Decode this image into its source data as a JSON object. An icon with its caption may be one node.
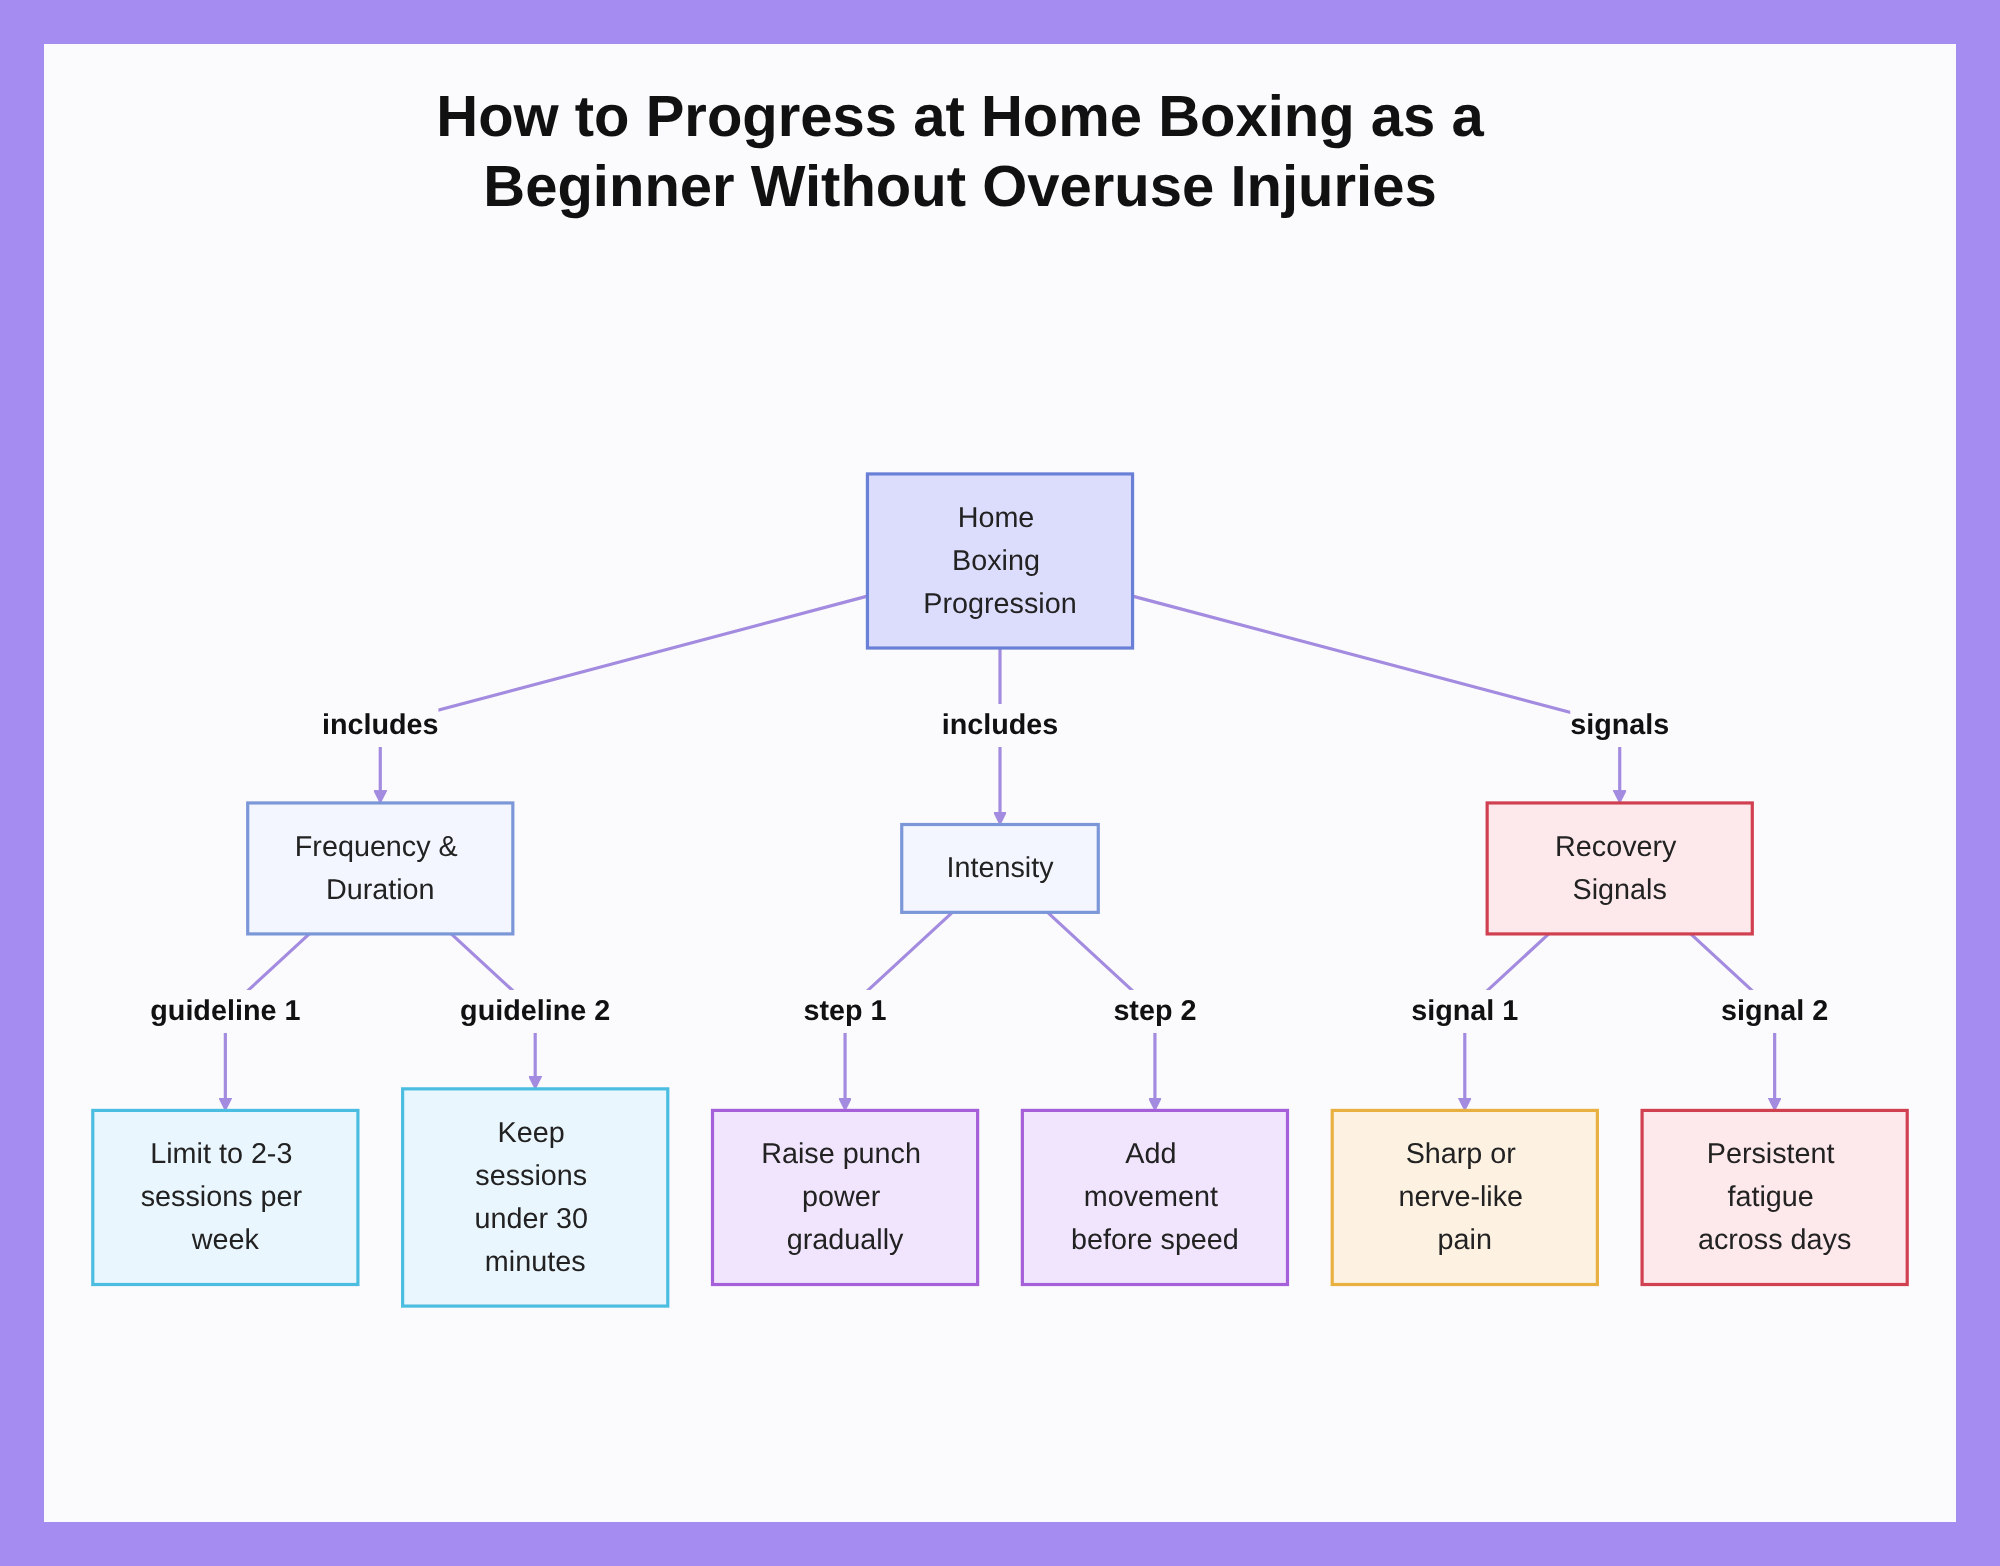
{
  "diagram": {
    "title": "How to Progress at Home Boxing as a Beginner Without Overuse Injuries",
    "nodes": [
      {
        "text": [
          "Home Boxing Progression"
        ]
      },
      {
        "text": [
          "Frequency & Duration"
        ]
      },
      {
        "text": [
          "Intensity"
        ]
      },
      {
        "text": [
          "Recovery Signals"
        ]
      },
      {
        "text": [
          "Limit to 2-3 sessions per week"
        ]
      },
      {
        "text": [
          "Keep sessions under 30 minutes"
        ]
      },
      {
        "text": [
          "Raise punch power gradually"
        ]
      },
      {
        "text": [
          "Add movement before speed"
        ]
      },
      {
        "text": [
          "Sharp or nerve-like pain"
        ]
      },
      {
        "text": [
          "Persistent fatigue across days"
        ]
      }
    ],
    "edges": [
      {
        "from": 0,
        "to": 1,
        "arrow": "to",
        "label": "includes"
      },
      {
        "from": 0,
        "to": 2,
        "arrow": "to",
        "label": "includes"
      },
      {
        "from": 0,
        "to": 3,
        "arrow": "to",
        "label": "signals"
      },
      {
        "from": 1,
        "to": 4,
        "arrow": "to",
        "label": "guideline 1"
      },
      {
        "from": 1,
        "to": 5,
        "arrow": "to",
        "label": "guideline 2"
      },
      {
        "from": 2,
        "to": 6,
        "arrow": "to",
        "label": "step 1"
      },
      {
        "from": 2,
        "to": 7,
        "arrow": "to",
        "label": "step 2"
      },
      {
        "from": 3,
        "to": 8,
        "arrow": "to",
        "label": "signal 1"
      },
      {
        "from": 3,
        "to": 9,
        "arrow": "to",
        "label": "signal 2"
      }
    ]
  }
}
